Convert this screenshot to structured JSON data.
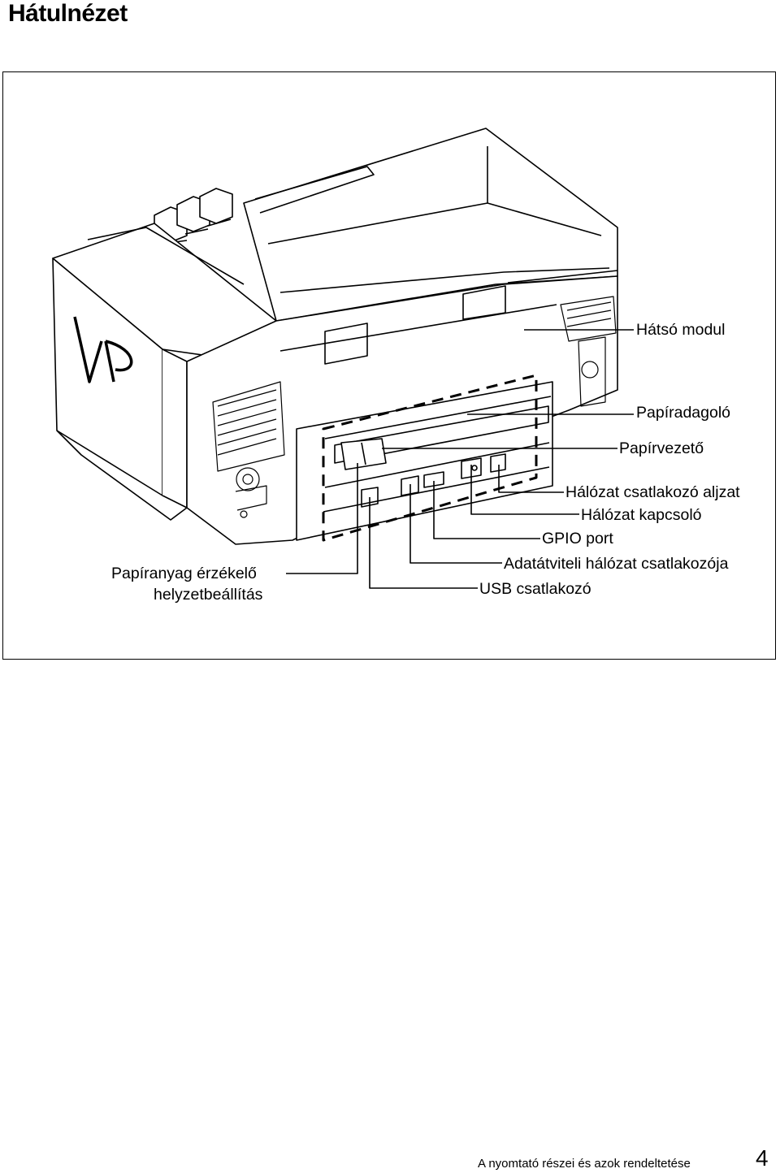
{
  "page": {
    "title": "Hátulnézet",
    "footer": "A nyomtató részei és azok rendeltetése",
    "page_number": "4"
  },
  "callouts": {
    "rear_module": "Hátsó modul",
    "paper_feeder": "Papíradagoló",
    "paper_guide": "Papírvezető",
    "network_socket": "Hálózat csatlakozó aljzat",
    "network_switch": "Hálózat kapcsoló",
    "gpio_port": "GPIO port",
    "data_network_connector": "Adatátviteli hálózat csatlakozója",
    "usb_connector": "USB csatlakozó",
    "paper_sensor_line1": "Papíranyag érzékelő",
    "paper_sensor_line2": "helyzetbeállítás"
  },
  "drawing": {
    "logo_icon": "vp-logo-icon",
    "printer_icon": "printer-rear-view-icon"
  }
}
